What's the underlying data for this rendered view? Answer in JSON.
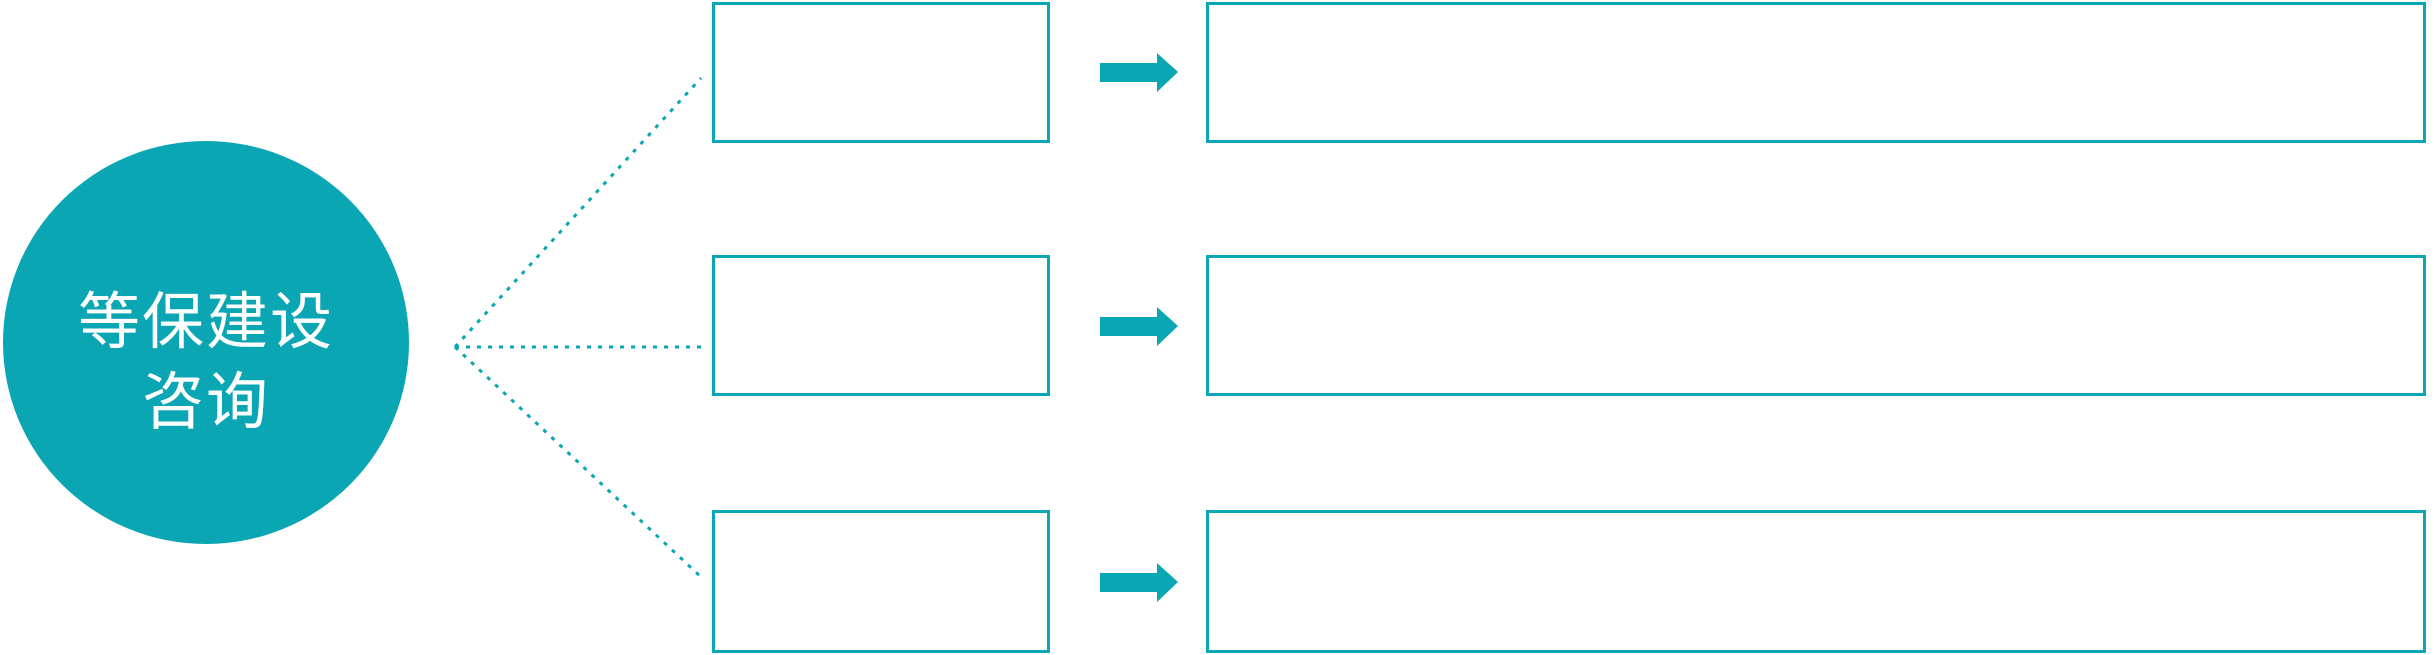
{
  "diagram": {
    "type": "radial-flow",
    "root": {
      "label": "等保建设咨询",
      "label_line1": "等保建设",
      "label_line2": "咨询"
    },
    "branches": [
      {
        "category_box_label": "",
        "detail_box_label": ""
      },
      {
        "category_box_label": "",
        "detail_box_label": ""
      },
      {
        "category_box_label": "",
        "detail_box_label": ""
      }
    ]
  },
  "icons": {
    "row_arrow": "arrow-right-icon",
    "connector_style": "dotted-line"
  },
  "colors": {
    "accent": "#0aa6b4",
    "node_text": "#ffffff",
    "background": "#ffffff",
    "box_fill": "#ffffff"
  }
}
